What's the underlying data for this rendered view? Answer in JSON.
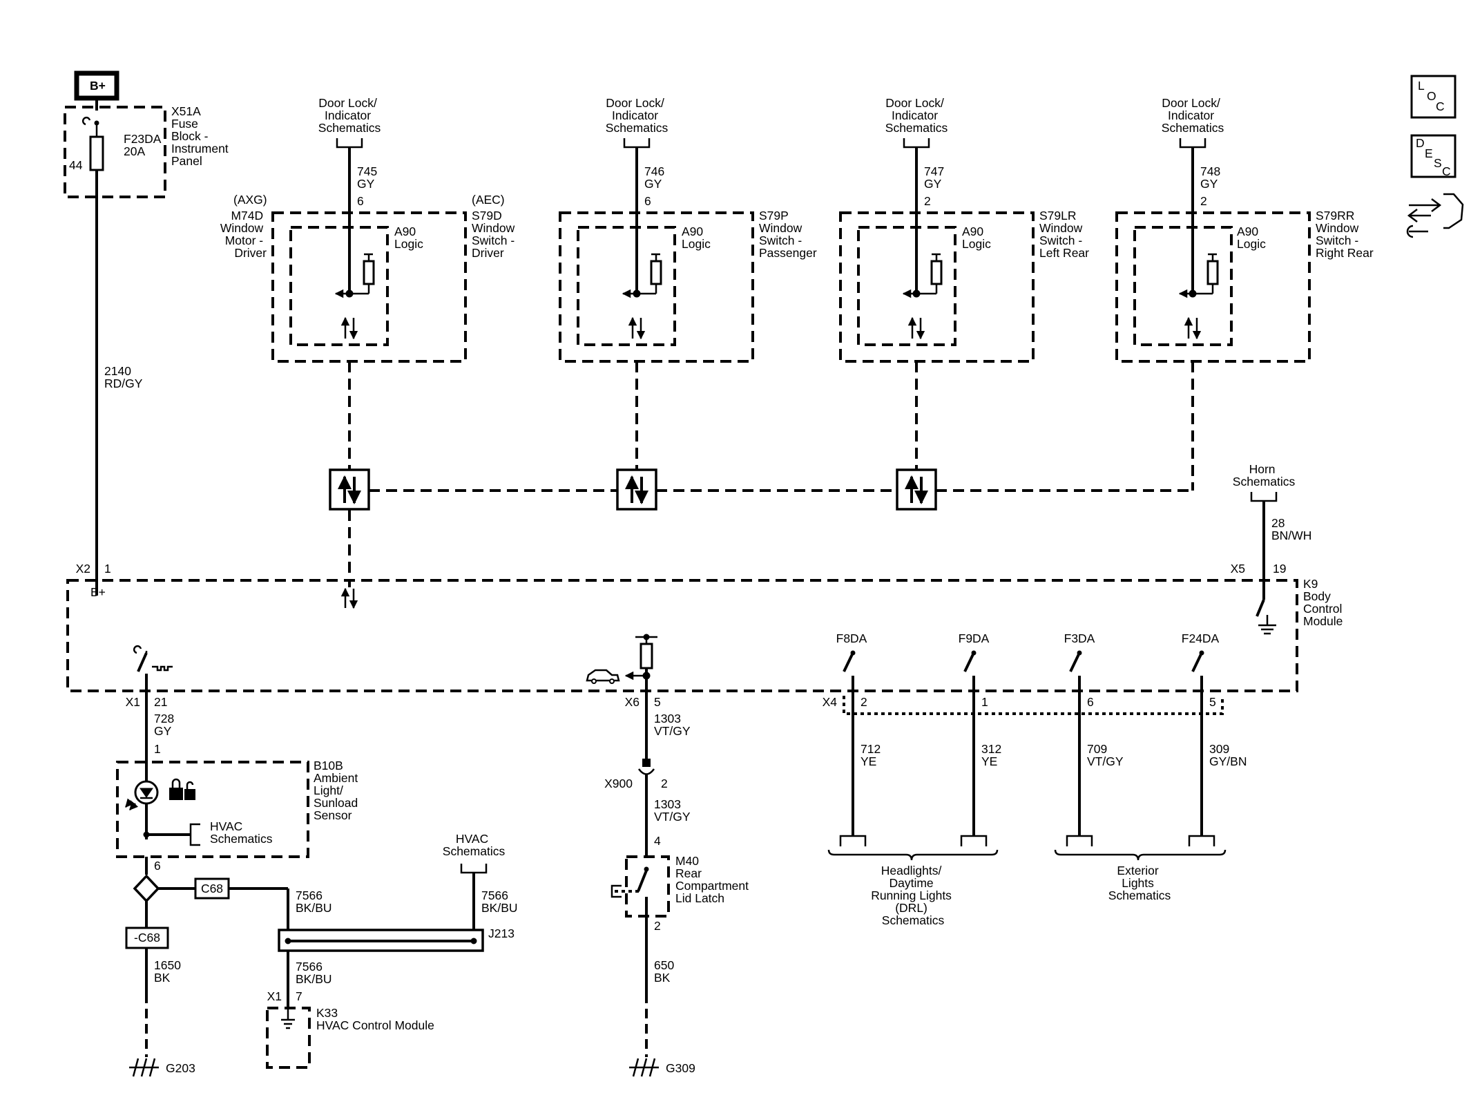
{
  "badges": {
    "loc": [
      "L",
      "O",
      "C"
    ],
    "desc": [
      "D",
      "E",
      "S",
      "C"
    ],
    "bplus": "B+"
  },
  "icons": {
    "connector_views": "plug-wrench-icon"
  },
  "fuse_block": {
    "name_lines": [
      "X51A",
      "Fuse",
      "Block -",
      "Instrument",
      "Panel"
    ],
    "fuse_lines": [
      "F23DA",
      "20A"
    ],
    "pin": "44"
  },
  "main_feed": {
    "circuit": "2140",
    "color": "RD/GY"
  },
  "door_lock_lines": [
    "Door Lock/",
    "Indicator",
    "Schematics"
  ],
  "logic_label_lines": [
    "A90",
    "Logic"
  ],
  "switches": [
    {
      "circuit": "745",
      "color": "GY",
      "pin": "6",
      "opt_left": "(AXG)",
      "opt_right": "(AEC)",
      "left_name_lines": [
        "M74D",
        "Window",
        "Motor -",
        "Driver"
      ],
      "name_lines": [
        "S79D",
        "Window",
        "Switch -",
        "Driver"
      ]
    },
    {
      "circuit": "746",
      "color": "GY",
      "pin": "6",
      "name_lines": [
        "S79P",
        "Window",
        "Switch -",
        "Passenger"
      ]
    },
    {
      "circuit": "747",
      "color": "GY",
      "pin": "2",
      "name_lines": [
        "S79LR",
        "Window",
        "Switch -",
        "Left Rear"
      ]
    },
    {
      "circuit": "748",
      "color": "GY",
      "pin": "2",
      "name_lines": [
        "S79RR",
        "Window",
        "Switch -",
        "Right Rear"
      ]
    }
  ],
  "horn": {
    "title_lines": [
      "Horn",
      "Schematics"
    ],
    "circuit": "28",
    "color": "BN/WH",
    "connector": "X5",
    "pin": "19"
  },
  "bcm": {
    "name_lines": [
      "K9",
      "Body",
      "Control",
      "Module"
    ],
    "x2_connector": "X2",
    "x2_pin": "1",
    "bplus_label": "B+",
    "fuses": [
      "F8DA",
      "F9DA",
      "F3DA",
      "F24DA"
    ]
  },
  "x1_left": {
    "connector": "X1",
    "pin": "21",
    "circuit": "728",
    "color": "GY",
    "sensor_pin": "1"
  },
  "ambient_sensor": {
    "name_lines": [
      "B10B",
      "Ambient",
      "Light/",
      "Sunload",
      "Sensor"
    ],
    "hvac_lines": [
      "HVAC",
      "Schematics"
    ],
    "pin": "6"
  },
  "splice": {
    "c68": "C68",
    "neg_c68": "-C68"
  },
  "ground_left": {
    "circuit": "1650",
    "color": "BK",
    "ground": "G203"
  },
  "hvac_shield": {
    "title_lines": [
      "HVAC",
      "Schematics"
    ],
    "left_circuit": "7566",
    "left_color": "BK/BU",
    "right_circuit": "7566",
    "right_color": "BK/BU",
    "splice": "J213",
    "lower_circuit": "7566",
    "lower_color": "BK/BU",
    "connector": "X1",
    "pin": "7",
    "module_lines": [
      "K33",
      "HVAC Control Module"
    ]
  },
  "trunk": {
    "connector": "X6",
    "pin": "5",
    "circuit": "1303",
    "color": "VT/GY",
    "inline": "X900",
    "inline_pin": "2",
    "circuit2": "1303",
    "color2": "VT/GY",
    "latch_pin_top": "4",
    "latch_name_lines": [
      "M40",
      "Rear",
      "Compartment",
      "Lid Latch"
    ],
    "latch_pin_bottom": "2",
    "ground_circuit": "650",
    "ground_color": "BK",
    "ground": "G309"
  },
  "lights": {
    "connector": "X4",
    "outputs": [
      {
        "pin": "2",
        "circuit": "712",
        "color": "YE"
      },
      {
        "pin": "1",
        "circuit": "312",
        "color": "YE"
      },
      {
        "pin": "6",
        "circuit": "709",
        "color": "VT/GY"
      },
      {
        "pin": "5",
        "circuit": "309",
        "color": "GY/BN"
      }
    ],
    "headlights_lines": [
      "Headlights/",
      "Daytime",
      "Running Lights",
      "(DRL)",
      "Schematics"
    ],
    "exterior_lines": [
      "Exterior",
      "Lights",
      "Schematics"
    ]
  }
}
